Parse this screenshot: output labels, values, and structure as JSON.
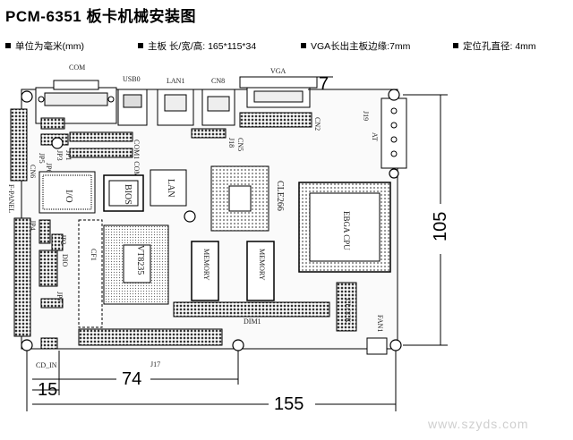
{
  "title": "PCM-6351    板卡机械安装图",
  "specs": [
    "单位为毫米(mm)",
    "主板 长/宽/高: 165*115*34",
    "VGA长出主板边缘:7mm",
    "定位孔直径: 4mm"
  ],
  "labels": {
    "com": "COM",
    "usb0": "USB0",
    "lan1": "LAN1",
    "cn8": "CN8",
    "vga": "VGA",
    "j19": "J19",
    "at": "AT",
    "cn2": "CN2",
    "com1_com3": "COM1 COM3",
    "jp3": "JP3",
    "jp1": "JP1",
    "jp5": "JP5",
    "jp6": "JP6",
    "cn6": "CN6",
    "j18": "J18",
    "cn5": "CN5",
    "io": "I/O",
    "bios": "BIOS",
    "lan": "LAN",
    "cle266": "CLE266",
    "ebga_cpu": "EBGA CPU",
    "f_panel": "F-PANEL",
    "jp4": "JP4",
    "jp2": "JP2",
    "dio": "DIO",
    "cf1": "CF1",
    "vt8235": "VT8235",
    "memory1": "MEMORY",
    "memory2": "MEMORY",
    "jp7": "JP7",
    "dim1": "DIM1",
    "clock": "CLOCK",
    "fan1": "FAN1",
    "cd_in": "CD_IN",
    "j17": "J17"
  },
  "dimensions": {
    "vga_overhang": "7",
    "height": "105",
    "hole_x1": "15",
    "hole_x2": "74",
    "width": "155"
  },
  "watermark": "www.szyds.com"
}
